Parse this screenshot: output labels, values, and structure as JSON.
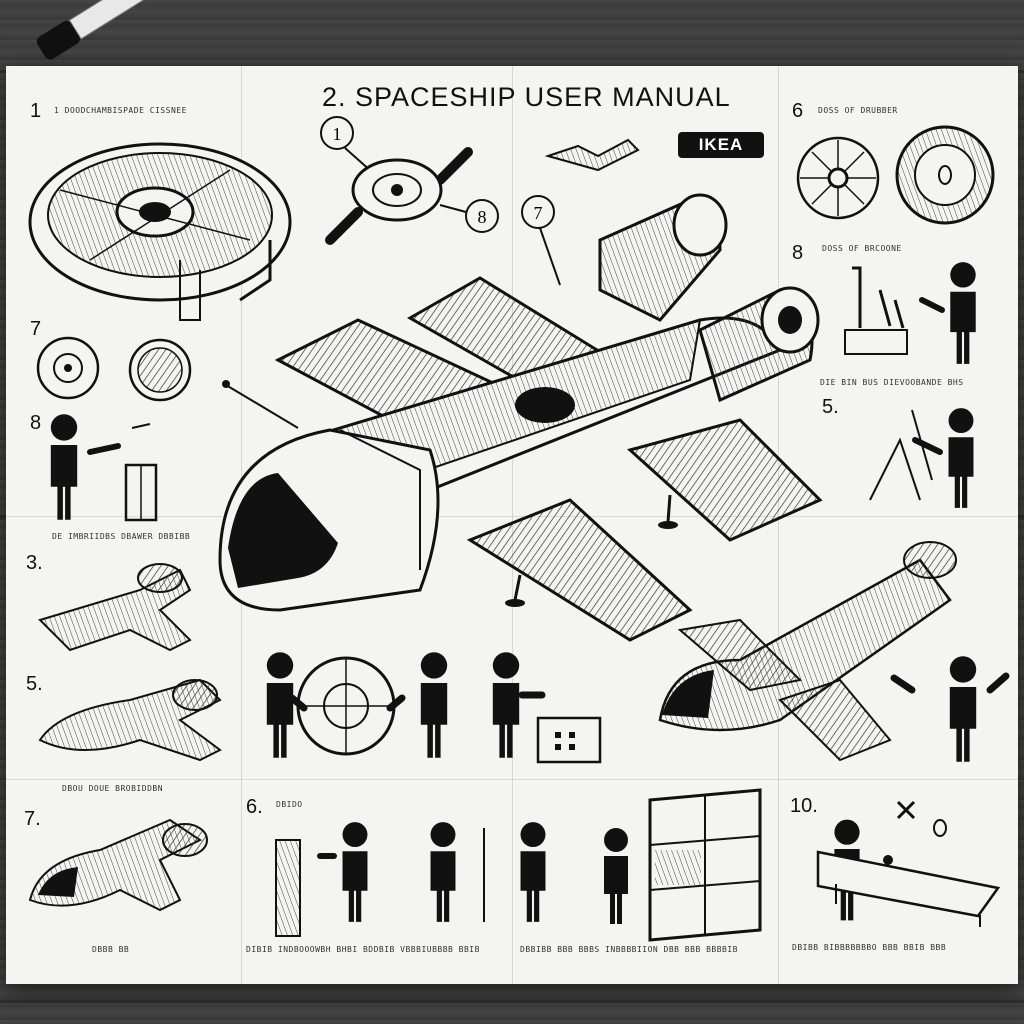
{
  "manual": {
    "title": "2. SPACESHIP USER MANUAL",
    "brand": "IKEA"
  },
  "steps": [
    {
      "key": "s1",
      "label": "1"
    },
    {
      "key": "s7a",
      "label": "7"
    },
    {
      "key": "s8a",
      "label": "8"
    },
    {
      "key": "s3",
      "label": "3."
    },
    {
      "key": "s5",
      "label": "5."
    },
    {
      "key": "s7b",
      "label": "7."
    },
    {
      "key": "s6a",
      "label": "6"
    },
    {
      "key": "s8b",
      "label": "8"
    },
    {
      "key": "s5b",
      "label": "5."
    },
    {
      "key": "s6b",
      "label": "6."
    },
    {
      "key": "s10",
      "label": "10."
    }
  ],
  "callouts": {
    "one": "1",
    "eight": "8",
    "seven": "7"
  },
  "captions": {
    "c1": "1 DOODCHAMBISPADE CISSNEE",
    "c2": "DOSS OF DRUBBER",
    "c3": "DOSS OF BRCOONE",
    "c4": "DIE BIN BUS DIEVOOBANDE BHS",
    "c5": "DE IMBRIIDBS DBAWER DBBIBB",
    "c6": "DBOU DOUE BROBIDDBN",
    "c7": "DBIDO",
    "c8": "DIBIB INDBOOOWBH BHBI BDDBIB VBBBIUBBBB BBIB",
    "c9": "DBBIBB BBB BBBS INBBBBIION DBB BBB BBBBIB",
    "c10": "DBIBB BIBBBBBBBO BBB BBIB BBB",
    "c11": "DBBB BB"
  },
  "colors": {
    "paper": "#f4f4f1",
    "ink": "#111111",
    "table": "#3f3f3f"
  }
}
